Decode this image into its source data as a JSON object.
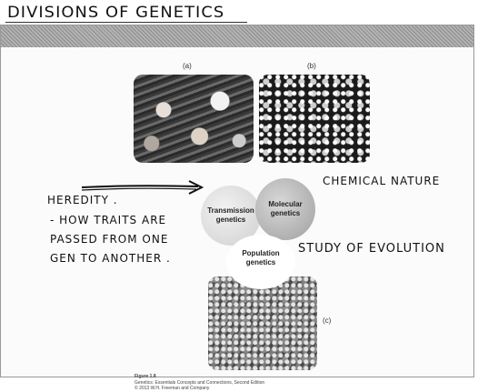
{
  "heading": "DIVISIONS OF GENETICS",
  "panels": {
    "a": "(a)",
    "b": "(b)",
    "c": "(c)"
  },
  "circles": {
    "transmission": "Transmission genetics",
    "molecular": "Molecular genetics",
    "population": "Population genetics"
  },
  "notes": {
    "heredity": "HEREDITY .",
    "traits_line1": "- HOW TRAITS ARE",
    "traits_line2": "PASSED FROM ONE",
    "traits_line3": "GEN TO ANOTHER .",
    "chemical": "CHEMICAL NATURE",
    "evolution": "STUDY OF EVOLUTION"
  },
  "caption": {
    "figure": "Figure 1.8",
    "line1": "Genetics: Essentials Concepts and Connections, Second Edition",
    "line2": "© 2013 W.H. Freeman and Company"
  },
  "colors": {
    "topbar": "#9a9a9a",
    "ink": "#111111"
  }
}
